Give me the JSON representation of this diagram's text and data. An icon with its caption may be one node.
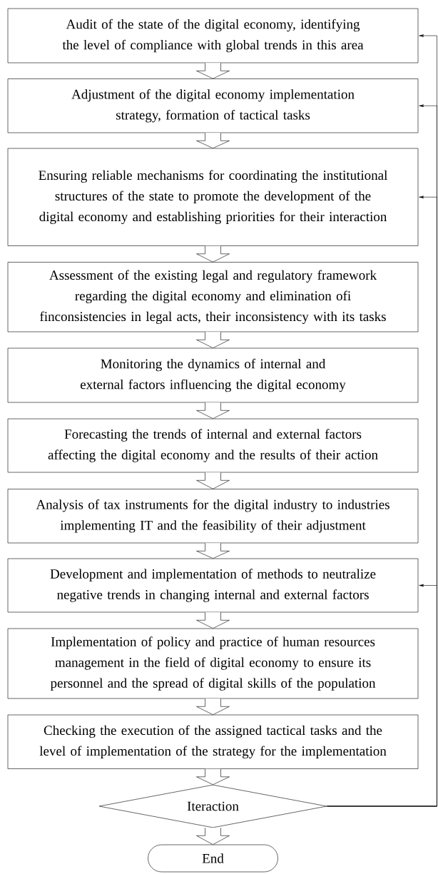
{
  "diagram": {
    "nodes": [
      {
        "text": [
          "Audit of the state of the digital economy, identifying the level of compliance with global trends in this area"
        ]
      },
      {
        "text": [
          "Adjustment of the digital economy implementation strategy, formation of tactical tasks"
        ]
      },
      {
        "text": [
          "Ensuring reliable mechanisms for coordinating the institutional structures of the state to promote the development of the digital economy and establishing priorities for their interaction"
        ]
      },
      {
        "text": [
          "Assessment of the existing legal and regulatory framework regarding the digital economy and elimination ofi finconsistencies in legal acts, their inconsistency with its tasks"
        ]
      },
      {
        "text": [
          "Monitoring the dynamics of internal and external factors influencing the digital economy"
        ]
      },
      {
        "text": [
          "Forecasting the trends of internal and external factors affecting the digital economy and the results of their action"
        ]
      },
      {
        "text": [
          "Analysis of tax instruments for the digital industry to industries implementing IT and the feasibility of their adjustment"
        ]
      },
      {
        "text": [
          "Development and implementation of methods to neutralize negative trends in changing internal and external factors"
        ]
      },
      {
        "text": [
          "Implementation of policy and practice of human resources management in the field of digital economy to ensure its personnel and the spread of digital skills of the population"
        ]
      },
      {
        "text": [
          "Checking the execution of the assigned tactical tasks and the level of implementation of the strategy for the implementation"
        ]
      },
      {
        "text": [
          "Iteraction"
        ]
      },
      {
        "text": [
          "End"
        ]
      }
    ],
    "edges": [
      {
        "from": 0,
        "to": 1,
        "arrow": "to"
      },
      {
        "from": 1,
        "to": 2,
        "arrow": "to"
      },
      {
        "from": 2,
        "to": 3,
        "arrow": "to"
      },
      {
        "from": 3,
        "to": 4,
        "arrow": "to"
      },
      {
        "from": 4,
        "to": 5,
        "arrow": "to"
      },
      {
        "from": 5,
        "to": 6,
        "arrow": "to"
      },
      {
        "from": 6,
        "to": 7,
        "arrow": "to"
      },
      {
        "from": 7,
        "to": 8,
        "arrow": "to"
      },
      {
        "from": 8,
        "to": 9,
        "arrow": "to"
      },
      {
        "from": 9,
        "to": 10,
        "arrow": "to"
      },
      {
        "from": 10,
        "to": 11,
        "arrow": "to"
      },
      {
        "from": 10,
        "to": 0,
        "arrow": "to"
      },
      {
        "from": 10,
        "to": 1,
        "arrow": "to"
      },
      {
        "from": 10,
        "to": 2,
        "arrow": "to"
      },
      {
        "from": 10,
        "to": 7,
        "arrow": "to"
      }
    ]
  }
}
